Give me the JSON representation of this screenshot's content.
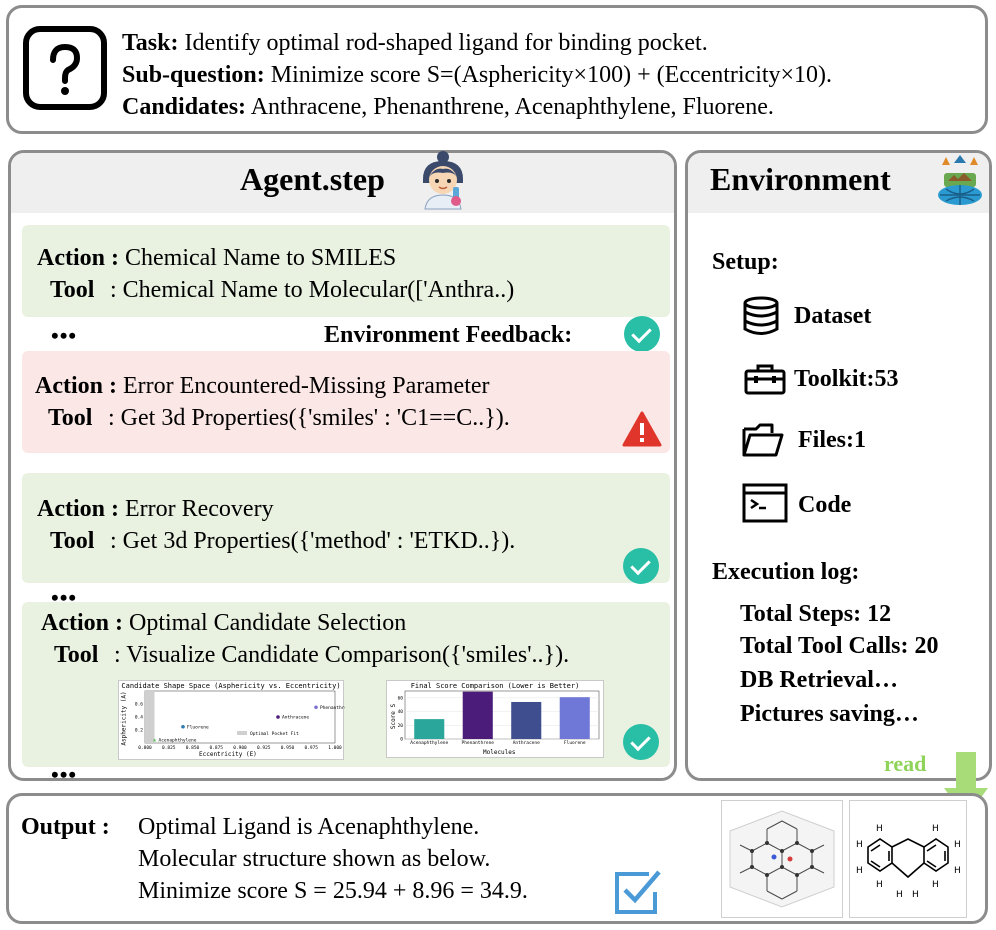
{
  "task": {
    "task_label": "Task:",
    "task_text": " Identify optimal rod-shaped ligand for binding pocket.",
    "subq_label": "Sub-question:",
    "subq_text": " Minimize score S=(Asphericity×100) + (Eccentricity×10).",
    "cand_label": "Candidates:",
    "cand_text": " Anthracene, Phenanthrene, Acenaphthylene, Fluorene."
  },
  "agent": {
    "title": "Agent.step",
    "steps": [
      {
        "action_label": "Action :",
        "action": "Chemical Name to SMILES",
        "tool_label": "Tool",
        "tool": ": Chemical Name to Molecular(['Anthra..)"
      },
      {
        "action_label": "Action :",
        "action": "Error Encountered-Missing Parameter",
        "tool_label": "Tool",
        "tool": ": Get 3d Properties({'smiles' : 'C1==C..})."
      },
      {
        "action_label": "Action :",
        "action": "Error Recovery",
        "tool_label": "Tool",
        "tool": ": Get 3d Properties({'method' : 'ETKD..})."
      },
      {
        "action_label": "Action :",
        "action": "Optimal Candidate Selection",
        "tool_label": "Tool",
        "tool": ": Visualize Candidate Comparison({'smiles'..})."
      }
    ],
    "feedback_label": "Environment Feedback:",
    "ellipsis": "•••"
  },
  "environment": {
    "title": "Environment",
    "setup_label": "Setup:",
    "items": [
      {
        "icon": "database-icon",
        "label": "Dataset"
      },
      {
        "icon": "toolkit-icon",
        "label": "Toolkit:53"
      },
      {
        "icon": "folder-icon",
        "label": "Files:1"
      },
      {
        "icon": "terminal-icon",
        "label": "Code"
      }
    ],
    "log_label": "Execution log:",
    "log": [
      "Total Steps: 12",
      "Total Tool Calls: 20",
      "DB Retrieval…",
      "Pictures saving…"
    ],
    "read_label": "read"
  },
  "output": {
    "label": "Output :",
    "lines": [
      "Optimal Ligand is Acenaphthylene.",
      "Molecular structure shown as below.",
      "Minimize score S = 25.94 + 8.96 = 34.9."
    ]
  },
  "colors": {
    "success": "#28bfa6",
    "warning": "#e0352b",
    "green_card": "#e9f1e1",
    "pink_card": "#fbe7e5",
    "read": "#8fd35a"
  },
  "chart_data": [
    {
      "type": "scatter",
      "title": "Candidate Shape Space (Asphericity vs. Eccentricity)",
      "xlabel": "Eccentricity (E)",
      "ylabel": "Asphericity (A)",
      "x_ticks": [
        "0.800",
        "0.825",
        "0.850",
        "0.875",
        "0.900",
        "0.925",
        "0.950",
        "0.975",
        "1.000"
      ],
      "y_ticks": [
        "0.6",
        "0.4",
        "0.2"
      ],
      "xlim": [
        0.8,
        1.0
      ],
      "ylim": [
        0,
        0.8
      ],
      "points": [
        {
          "name": "Phenanthrene",
          "x": 0.98,
          "y": 0.55,
          "color": "#7b6fd0"
        },
        {
          "name": "Anthracene",
          "x": 0.94,
          "y": 0.4,
          "color": "#4b1c7a"
        },
        {
          "name": "Fluorene",
          "x": 0.84,
          "y": 0.25,
          "color": "#2a7ab0"
        },
        {
          "name": "Acenaphthylene",
          "x": 0.81,
          "y": 0.05,
          "color": "#5fbf5a"
        }
      ],
      "annotations": [
        "Phenanthrene",
        "Anthracene",
        "Fluorene",
        "Acenaphthylene",
        "Optimal Pocket Fit"
      ]
    },
    {
      "type": "bar",
      "title": "Final Score Comparison (Lower is Better)",
      "xlabel": "Molecules",
      "ylabel": "Score S",
      "categories": [
        "Acenaphthylene",
        "Phenanthrene",
        "Anthracene",
        "Fluorene"
      ],
      "values": [
        29,
        69,
        54,
        61
      ],
      "colors": [
        "#2aa79a",
        "#4b1c7a",
        "#3e4e8e",
        "#6f78d6"
      ],
      "ylim": [
        0,
        70
      ],
      "y_ticks": [
        "60",
        "40",
        "20",
        "0"
      ]
    }
  ]
}
